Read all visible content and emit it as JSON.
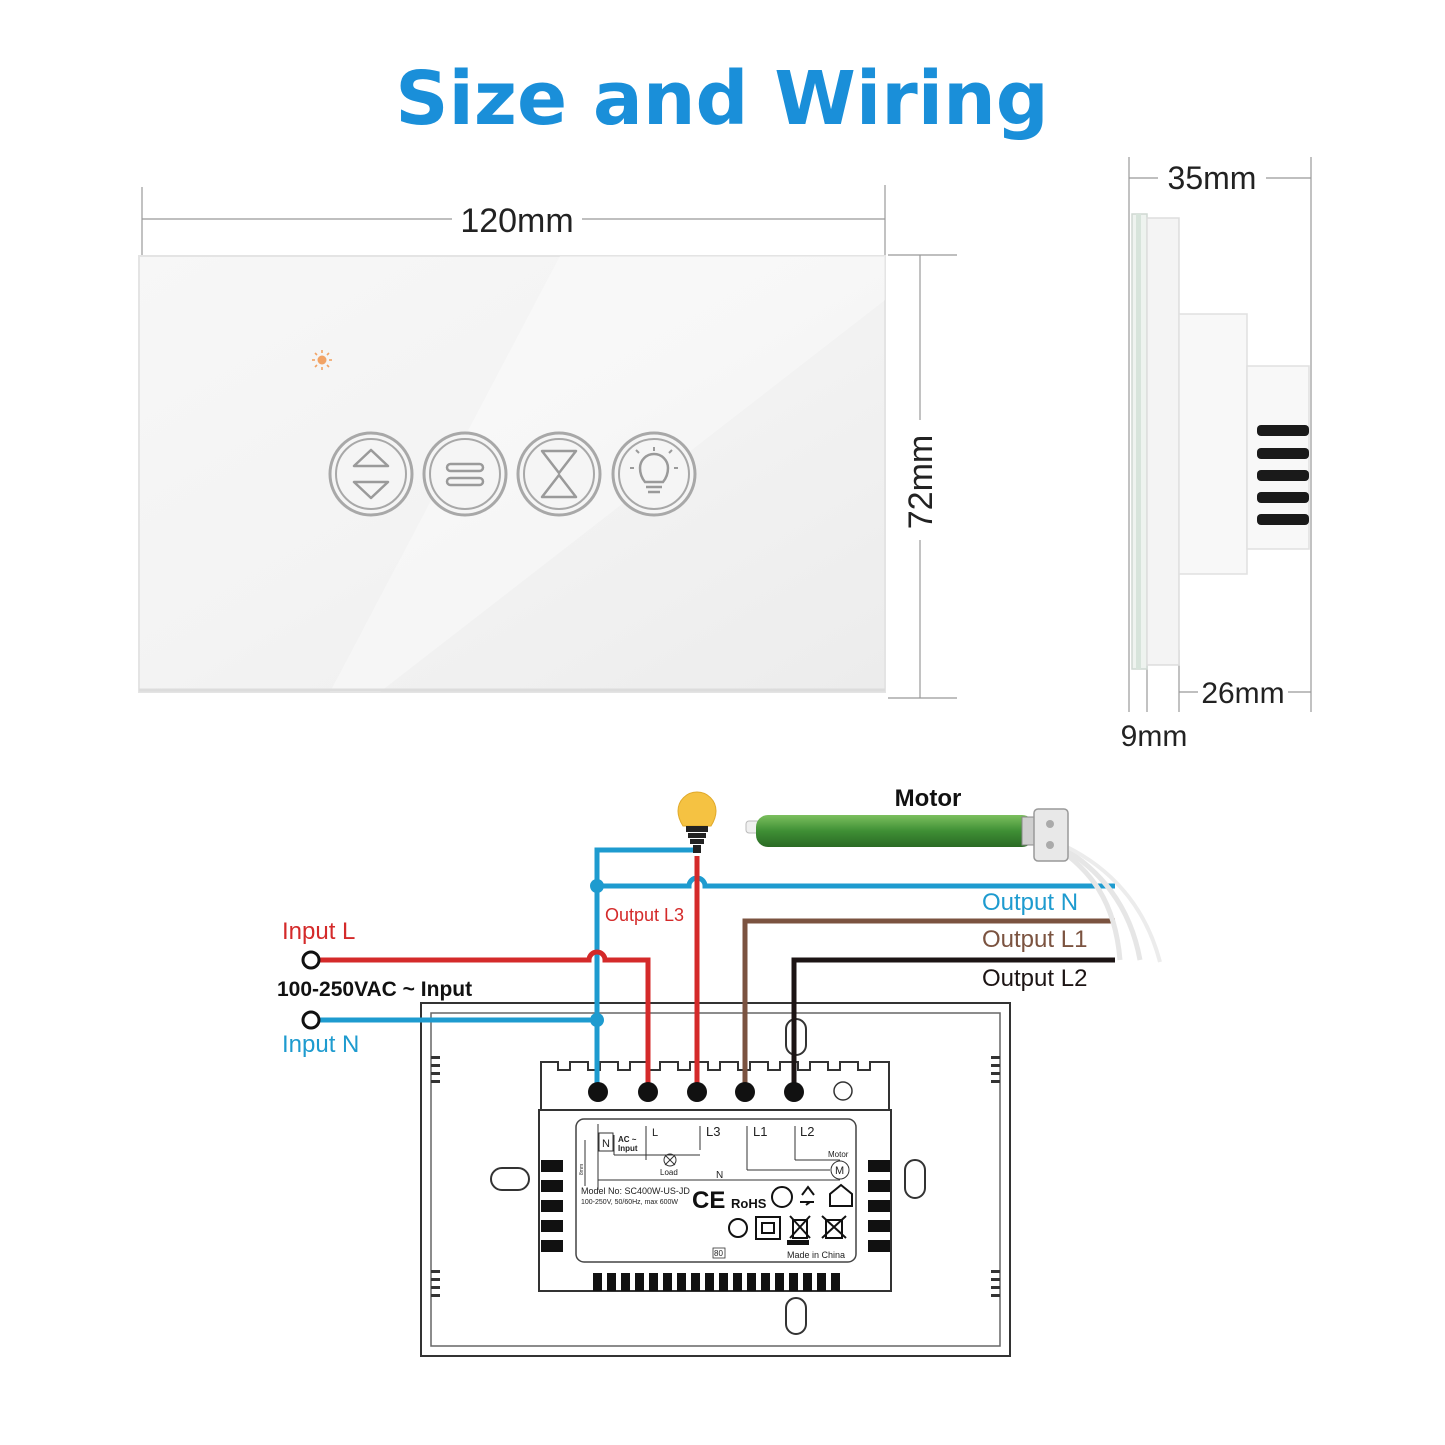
{
  "title": "Size and Wiring",
  "front_view": {
    "width_label": "120mm",
    "height_label": "72mm",
    "buttons": [
      {
        "icon": "up-down-arrows-icon"
      },
      {
        "icon": "pause-bars-icon"
      },
      {
        "icon": "hourglass-stop-icon"
      },
      {
        "icon": "light-bulb-icon"
      }
    ]
  },
  "side_view": {
    "depth_total": "35mm",
    "depth_body": "26mm",
    "panel_thickness": "9mm"
  },
  "wiring": {
    "motor_label": "Motor",
    "input_l": "Input L",
    "input_n": "Input N",
    "supply": "100-250VAC ~ Input",
    "output_l3": "Output L3",
    "output_n": "Output N",
    "output_l1": "Output L1",
    "output_l2": "Output L2",
    "colors": {
      "live": "#d42a2a",
      "neutral": "#1e9bcf",
      "l1": "#7b5340",
      "l2": "#1c1414",
      "title": "#1a8fd9"
    }
  },
  "back_label": {
    "terminal_n": "N",
    "terminal_l": "L",
    "terminal_l3": "L3",
    "terminal_l1": "L1",
    "terminal_l2": "L2",
    "ac_input": "AC ~",
    "input_word": "Input",
    "load": "Load",
    "n_bottom": "N",
    "motor": "Motor",
    "motor_symbol": "M",
    "strip_length": "8mm",
    "model": "Model No: SC400W-US-JD",
    "spec": "100-250V, 50/60Hz, max 600W",
    "ce": "CE",
    "rohs": "RoHS",
    "temp": "80",
    "made_in": "Made in China"
  }
}
